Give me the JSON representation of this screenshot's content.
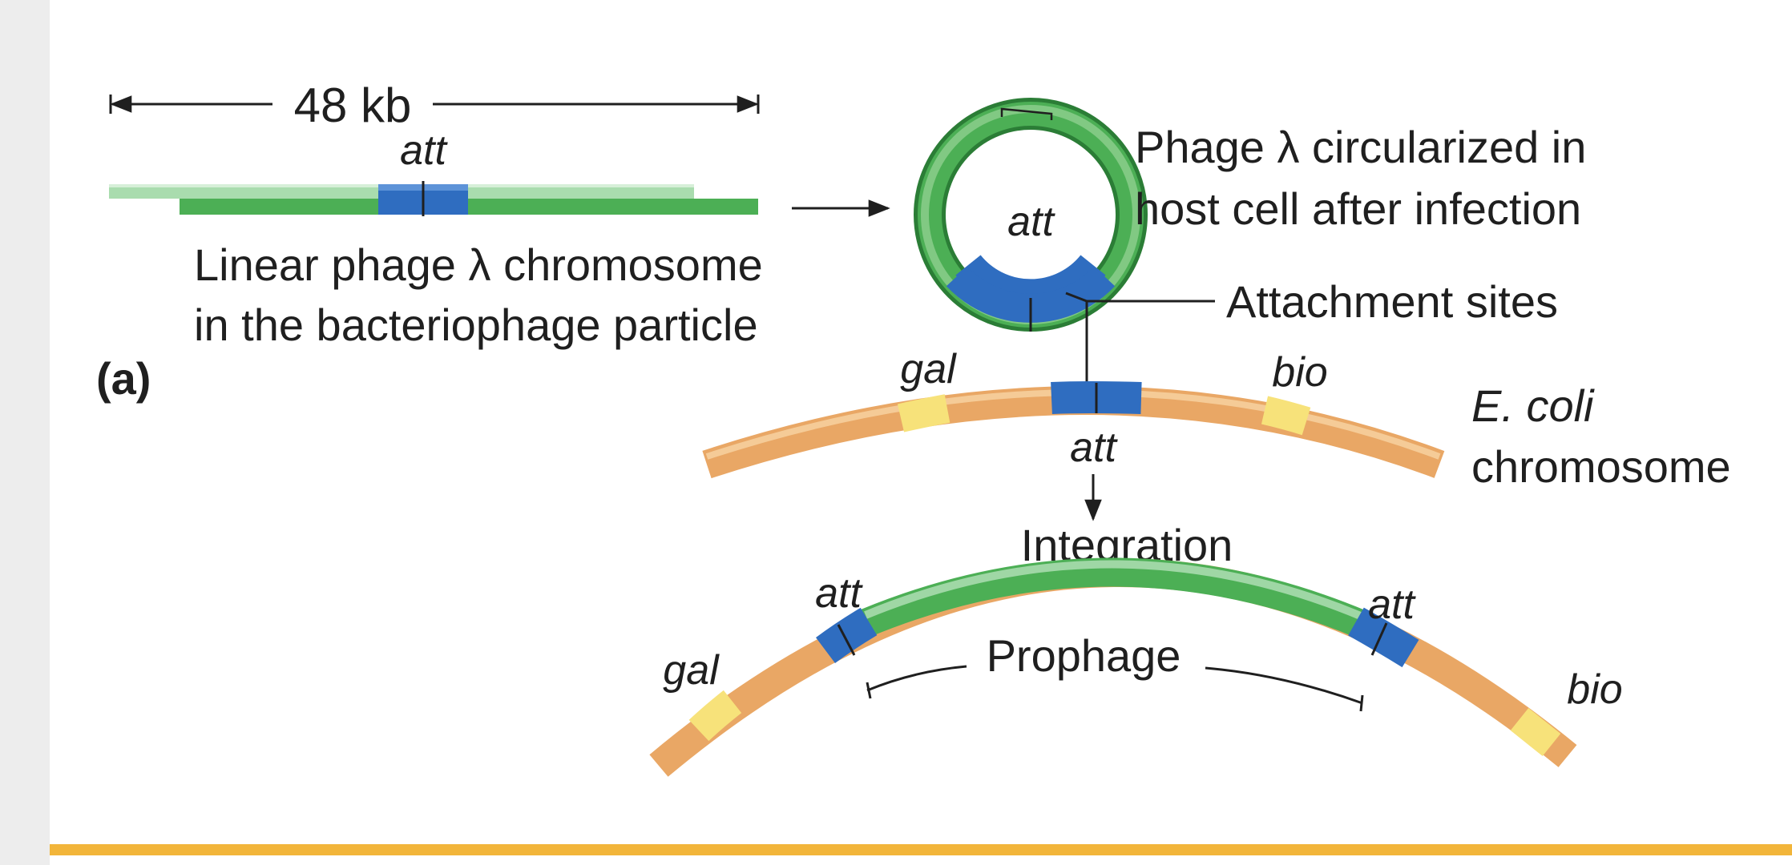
{
  "figure": {
    "length_label": "48 kb",
    "linear_att": "att",
    "linear_caption_1": "Linear phage λ chromosome",
    "linear_caption_2": "in the bacteriophage particle",
    "panel_label": "(a)",
    "circle_att": "att",
    "circle_caption_1": "Phage λ circularized in",
    "circle_caption_2": "host cell after infection",
    "attachment_label": "Attachment sites",
    "ecoli": {
      "gal": "gal",
      "bio": "bio",
      "att": "att",
      "caption_1": "E. coli",
      "caption_2": "chromosome"
    },
    "integration_label": "Integration",
    "prophage": {
      "att_left": "att",
      "att_right": "att",
      "gal": "gal",
      "bio": "bio",
      "label": "Prophage"
    }
  },
  "colors": {
    "phage_green": "#4caf55",
    "phage_green_light": "#a9dcae",
    "att_blue": "#2f6dc0",
    "host_orange": "#e9a765",
    "gene_yellow": "#f7e27a",
    "accent_rule": "#f2b53a",
    "text": "#1f1f1f"
  }
}
